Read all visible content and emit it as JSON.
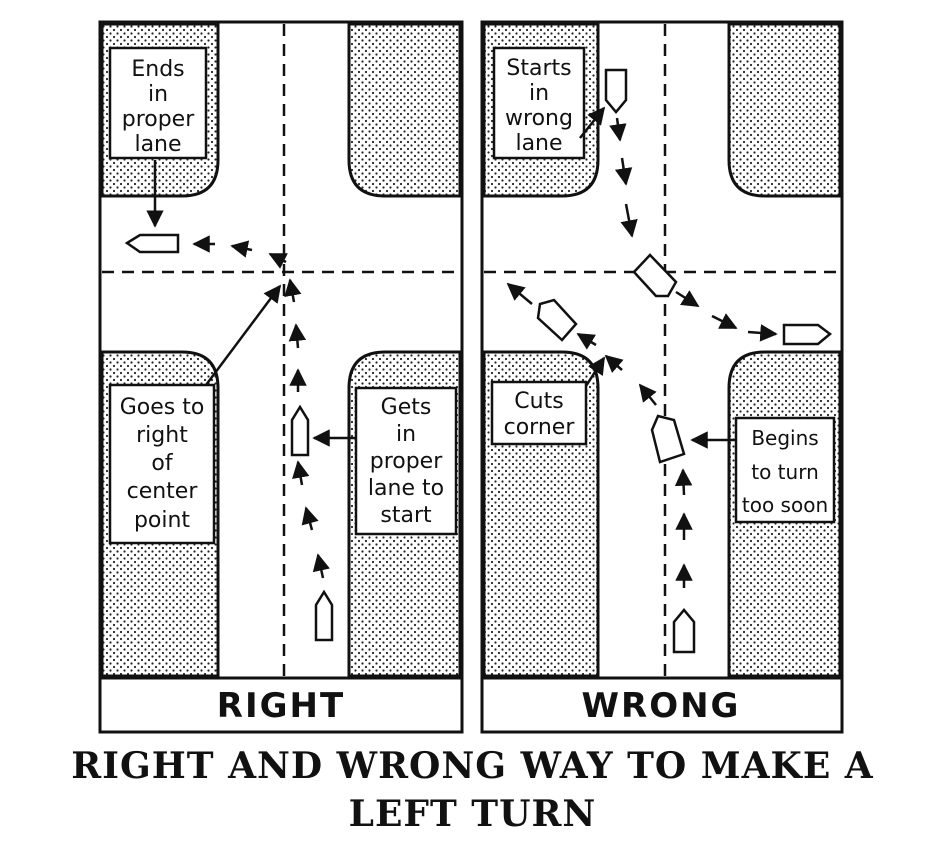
{
  "panels": {
    "right": {
      "title": "RIGHT",
      "labels": {
        "ends": [
          "Ends",
          "in",
          "proper",
          "lane"
        ],
        "goes": [
          "Goes to",
          "right",
          "of",
          "center",
          "point"
        ],
        "gets": [
          "Gets",
          "in",
          "proper",
          "lane to",
          "start"
        ]
      }
    },
    "wrong": {
      "title": "WRONG",
      "labels": {
        "starts": [
          "Starts",
          "in",
          "wrong",
          "lane"
        ],
        "cuts": [
          "Cuts",
          "corner"
        ],
        "begins": [
          "Begins",
          "to turn",
          "too soon"
        ]
      }
    }
  },
  "caption": {
    "line1": "RIGHT AND WRONG WAY TO MAKE A",
    "line2": "LEFT TURN"
  }
}
